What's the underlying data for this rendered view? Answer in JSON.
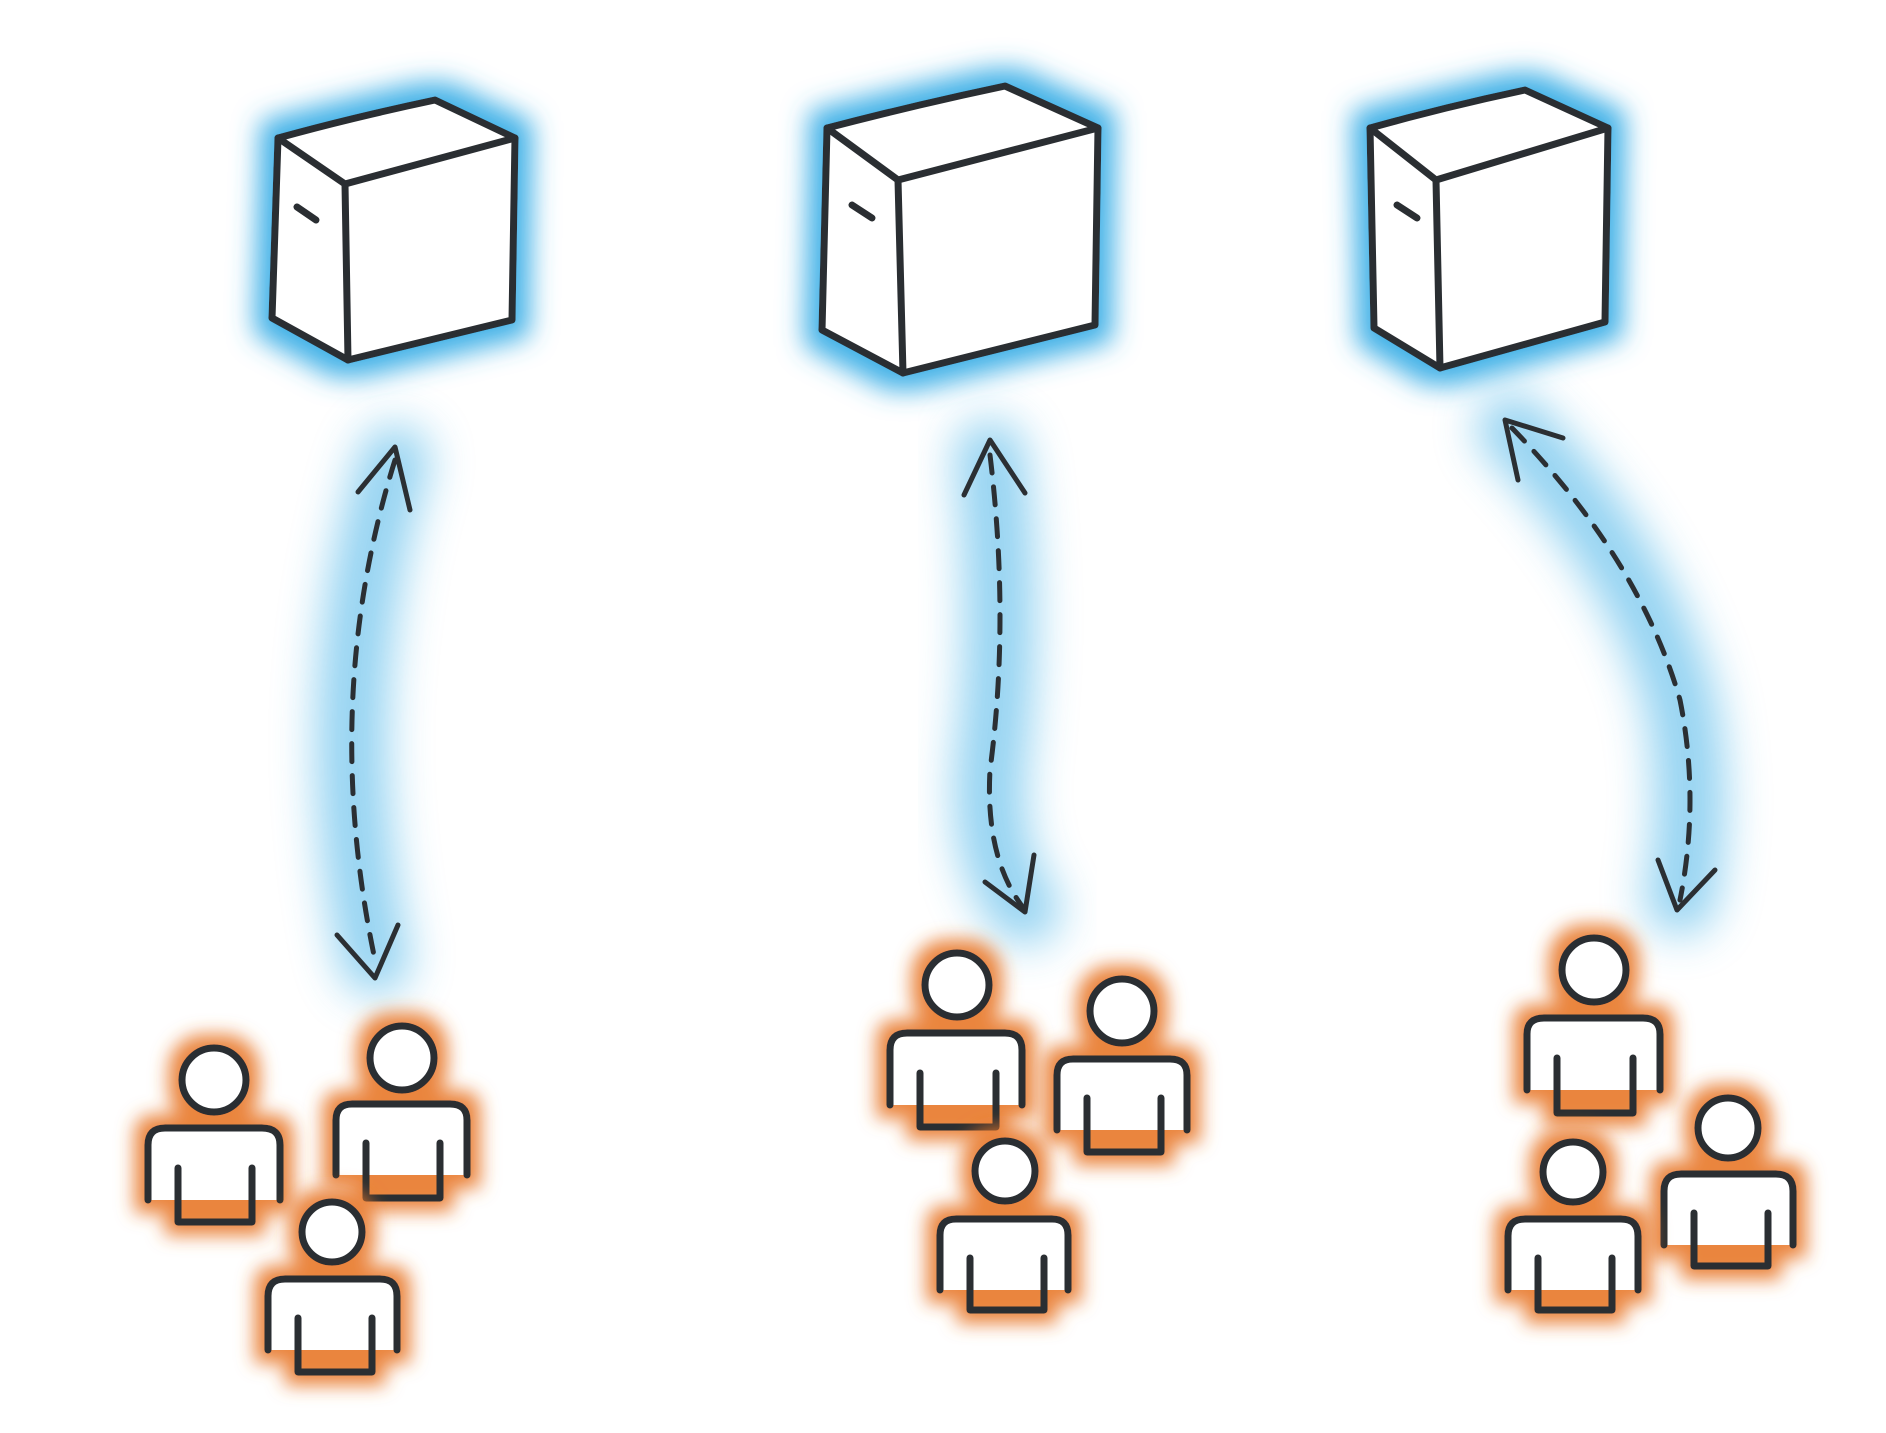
{
  "colors": {
    "ink": "#2b2f33",
    "server_glow": "#3aaee6",
    "person_glow": "#e8782a",
    "background": "#ffffff"
  },
  "groups": [
    {
      "server": {
        "icon": "server-icon"
      },
      "connection": {
        "icon": "bidirectional-dashed-arrow",
        "style": "dashed"
      },
      "users": {
        "icon": "person-icon",
        "count": 3
      }
    },
    {
      "server": {
        "icon": "server-icon"
      },
      "connection": {
        "icon": "bidirectional-dashed-arrow",
        "style": "dashed"
      },
      "users": {
        "icon": "person-icon",
        "count": 3
      }
    },
    {
      "server": {
        "icon": "server-icon"
      },
      "connection": {
        "icon": "bidirectional-dashed-arrow",
        "style": "dashed"
      },
      "users": {
        "icon": "person-icon",
        "count": 3
      }
    }
  ]
}
